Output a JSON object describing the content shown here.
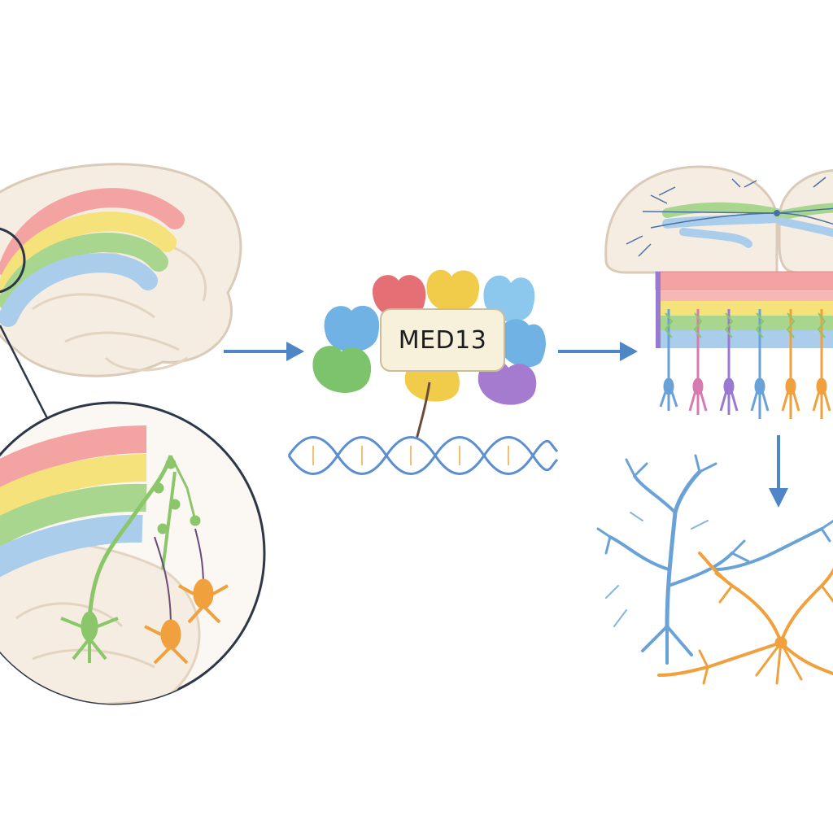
{
  "complex": {
    "label": "MED13"
  },
  "colors": {
    "band_red": "#f4a3a3",
    "band_yellow": "#f6e27a",
    "band_green": "#a9d68e",
    "band_blue": "#a9cdea",
    "arrow": "#4f86c6",
    "brain_fill": "#f5ede1",
    "brain_stroke": "#d9cbb8",
    "dna": "#5b8fd0",
    "neuron_green": "#8cc66a",
    "neuron_orange": "#f0a03c",
    "neuron_blue": "#6aa2d8",
    "neuron_purple": "#9a7ad0",
    "neuron_pink": "#d77ab0",
    "subunit_red": "#e46f74",
    "subunit_yellow": "#f1cc4a",
    "subunit_blue": "#6fb2e3",
    "subunit_green": "#7cc36b",
    "subunit_purple": "#a57bd0",
    "subunit_lightblue": "#8cc8ee"
  },
  "icons": [
    "brain-sagittal",
    "magnifier-circle",
    "mediator-complex",
    "dna-helix",
    "cortical-layers",
    "dendritic-arbor"
  ]
}
